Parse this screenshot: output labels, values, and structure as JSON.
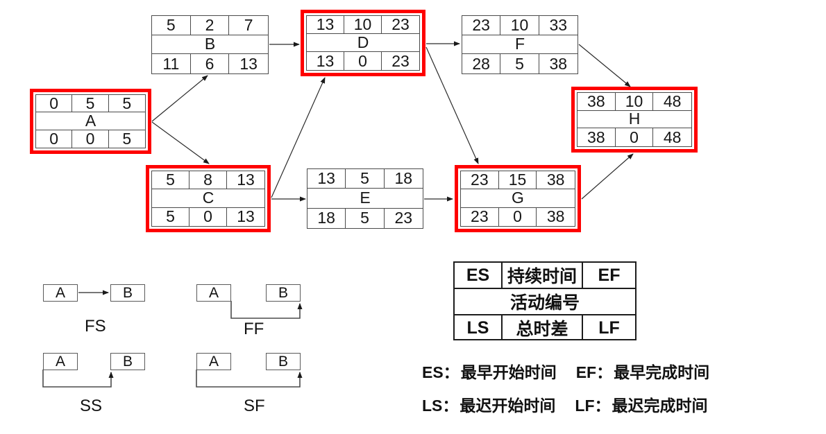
{
  "colors": {
    "critical_border": "#fe0000",
    "box_border": "#4a4a4a",
    "connector": "#2b2b2b",
    "background": "#ffffff"
  },
  "network": {
    "nodes": [
      {
        "id": "A",
        "es": "0",
        "duration": "5",
        "ef": "5",
        "ls": "0",
        "total_float": "0",
        "lf": "5",
        "critical": true
      },
      {
        "id": "B",
        "es": "5",
        "duration": "2",
        "ef": "7",
        "ls": "11",
        "total_float": "6",
        "lf": "13",
        "critical": false
      },
      {
        "id": "C",
        "es": "5",
        "duration": "8",
        "ef": "13",
        "ls": "5",
        "total_float": "0",
        "lf": "13",
        "critical": true
      },
      {
        "id": "D",
        "es": "13",
        "duration": "10",
        "ef": "23",
        "ls": "13",
        "total_float": "0",
        "lf": "23",
        "critical": true
      },
      {
        "id": "E",
        "es": "13",
        "duration": "5",
        "ef": "18",
        "ls": "18",
        "total_float": "5",
        "lf": "23",
        "critical": false
      },
      {
        "id": "F",
        "es": "23",
        "duration": "10",
        "ef": "33",
        "ls": "28",
        "total_float": "5",
        "lf": "38",
        "critical": false
      },
      {
        "id": "G",
        "es": "23",
        "duration": "15",
        "ef": "38",
        "ls": "23",
        "total_float": "0",
        "lf": "38",
        "critical": true
      },
      {
        "id": "H",
        "es": "38",
        "duration": "10",
        "ef": "48",
        "ls": "38",
        "total_float": "0",
        "lf": "48",
        "critical": true
      }
    ],
    "edges": [
      {
        "from": "A",
        "to": "B",
        "points": [
          [
            219,
            175
          ],
          [
            299,
            109
          ]
        ]
      },
      {
        "from": "A",
        "to": "C",
        "points": [
          [
            219,
            176
          ],
          [
            301,
            236
          ]
        ]
      },
      {
        "from": "B",
        "to": "D",
        "points": [
          [
            388,
            64
          ],
          [
            431,
            64
          ]
        ]
      },
      {
        "from": "C",
        "to": "D",
        "points": [
          [
            391,
            285
          ],
          [
            468,
            112
          ]
        ]
      },
      {
        "from": "C",
        "to": "E",
        "points": [
          [
            391,
            287
          ],
          [
            440,
            287
          ]
        ]
      },
      {
        "from": "D",
        "to": "F",
        "points": [
          [
            614,
            63
          ],
          [
            662,
            63
          ]
        ]
      },
      {
        "from": "D",
        "to": "G",
        "points": [
          [
            614,
            68
          ],
          [
            689,
            236
          ]
        ]
      },
      {
        "from": "E",
        "to": "G",
        "points": [
          [
            611,
            287
          ],
          [
            652,
            287
          ]
        ]
      },
      {
        "from": "F",
        "to": "H",
        "points": [
          [
            834,
            64
          ],
          [
            908,
            125
          ]
        ]
      },
      {
        "from": "G",
        "to": "H",
        "points": [
          [
            838,
            287
          ],
          [
            912,
            222
          ]
        ]
      }
    ]
  },
  "relationships": [
    {
      "label": "FS",
      "a": "A",
      "b": "B",
      "points": [
        [
          113,
          422
        ],
        [
          156,
          422
        ]
      ]
    },
    {
      "label": "FF",
      "a": "A",
      "b": "B",
      "points": [
        [
          333,
          434
        ],
        [
          333,
          459
        ],
        [
          432,
          459
        ],
        [
          432,
          438
        ]
      ]
    },
    {
      "label": "SS",
      "a": "A",
      "b": "B",
      "points": [
        [
          62,
          533
        ],
        [
          62,
          558
        ],
        [
          160,
          558
        ],
        [
          160,
          537
        ]
      ]
    },
    {
      "label": "SF",
      "a": "A",
      "b": "B",
      "points": [
        [
          283,
          533
        ],
        [
          283,
          558
        ],
        [
          432,
          558
        ],
        [
          432,
          537
        ]
      ]
    }
  ],
  "legend": {
    "table": {
      "es": "ES",
      "duration": "持续时间",
      "ef": "EF",
      "activity": "活动编号",
      "ls": "LS",
      "total_float": "总时差",
      "lf": "LF"
    },
    "definitions": [
      {
        "label": "ES：",
        "text": "最早开始时间"
      },
      {
        "label": "EF：",
        "text": "最早完成时间"
      },
      {
        "label": "LS：",
        "text": "最迟开始时间"
      },
      {
        "label": "LF：",
        "text": "最迟完成时间"
      }
    ]
  }
}
